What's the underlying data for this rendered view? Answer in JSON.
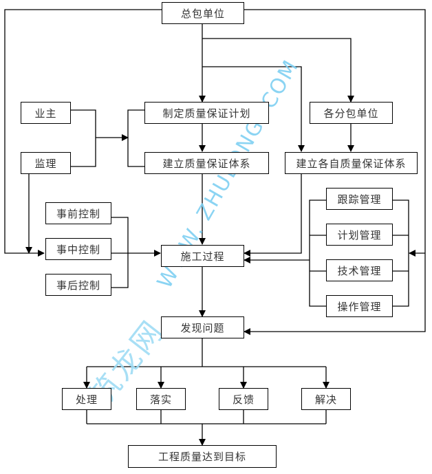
{
  "diagram": {
    "title": "工程质量保证流程",
    "nodes": {
      "general_contractor": "总包单位",
      "owner": "业主",
      "supervisor": "监理",
      "make_plan": "制定质量保证计划",
      "subcontractors": "各分包单位",
      "build_system": "建立质量保证体系",
      "build_own_system": "建立各自质量保证体系",
      "pre_control": "事前控制",
      "in_control": "事中控制",
      "post_control": "事后控制",
      "construction_process": "施工过程",
      "tracking_mgmt": "跟踪管理",
      "plan_mgmt": "计划管理",
      "tech_mgmt": "技术管理",
      "operation_mgmt": "操作管理",
      "find_problem": "发现问题",
      "handle": "处理",
      "implement": "落实",
      "feedback": "反馈",
      "resolve": "解决",
      "goal": "工程质量达到目标"
    },
    "edges": [
      {
        "from": "general_contractor",
        "to": "make_plan"
      },
      {
        "from": "general_contractor",
        "to": "subcontractors"
      },
      {
        "from": "general_contractor",
        "to": "build_own_system"
      },
      {
        "from": "general_contractor",
        "to": "in_control"
      },
      {
        "from": "general_contractor",
        "to": "management_group"
      },
      {
        "from": "general_contractor",
        "to": "find_problem"
      },
      {
        "from": "owner",
        "to": "make_plan"
      },
      {
        "from": "supervisor",
        "to": "build_system"
      },
      {
        "from": "supervisor",
        "to": "in_control"
      },
      {
        "from": "make_plan",
        "to": "build_system"
      },
      {
        "from": "subcontractors",
        "to": "build_own_system"
      },
      {
        "from": "build_system",
        "to": "construction_process"
      },
      {
        "from": "build_own_system",
        "to": "construction_process"
      },
      {
        "from": "control_group",
        "to": "construction_process"
      },
      {
        "from": "management_group",
        "to": "construction_process"
      },
      {
        "from": "construction_process",
        "to": "find_problem"
      },
      {
        "from": "find_problem",
        "to": "handle"
      },
      {
        "from": "find_problem",
        "to": "implement"
      },
      {
        "from": "find_problem",
        "to": "feedback"
      },
      {
        "from": "find_problem",
        "to": "resolve"
      },
      {
        "from": "handle",
        "to": "goal"
      },
      {
        "from": "implement",
        "to": "goal"
      },
      {
        "from": "feedback",
        "to": "goal"
      },
      {
        "from": "resolve",
        "to": "goal"
      }
    ],
    "watermark": {
      "url": "WWW. ZHULONG. COM",
      "brand": "筑龙网",
      "color": "#7fd0f2"
    },
    "line_color": "#000000"
  }
}
